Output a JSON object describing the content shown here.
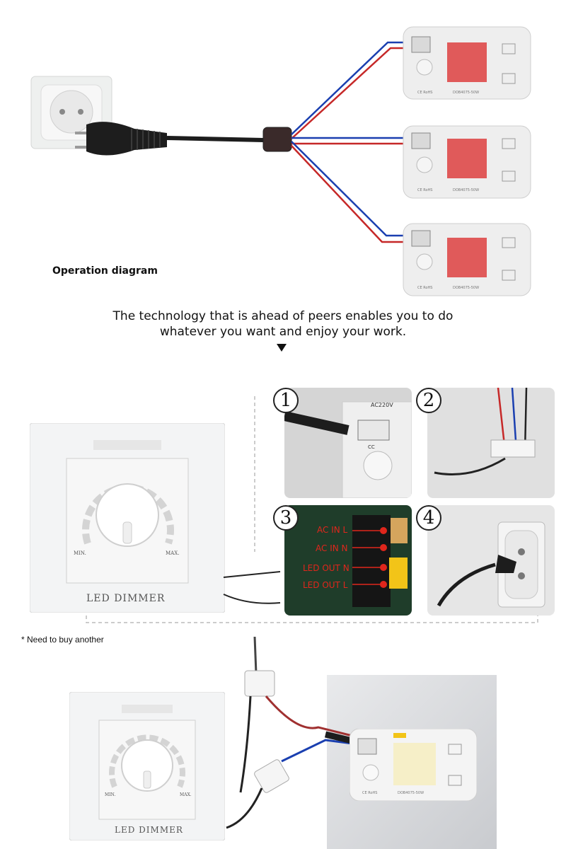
{
  "operation_diagram": {
    "label": "Operation diagram",
    "chip_text": "DOB4075-50W",
    "chip_small_text": "CE RoHS"
  },
  "tagline": {
    "line1": "The technology that is ahead of peers enables you to do",
    "line2": "whatever you want and enjoy your work."
  },
  "dimmer": {
    "title": "LED DIMMER",
    "min_label": "MIN.",
    "max_label": "MAX."
  },
  "steps": [
    {
      "number": "1",
      "connector_text": "AC220V",
      "sub_text": "CC"
    },
    {
      "number": "2"
    },
    {
      "number": "3",
      "labels": [
        "AC IN L",
        "AC IN N",
        "LED OUT N",
        "LED OUT L"
      ]
    },
    {
      "number": "4"
    }
  ],
  "note": "* Need to buy another",
  "bottom": {
    "dimmer_title": "LED DIMMER",
    "min_label": "MIN.",
    "max_label": "MAX.",
    "chip_text": "DOB4075-50W",
    "chip_small_text": "CE RoHS"
  },
  "colors": {
    "chip_red": "#e05a5a",
    "chip_warm": "#f6efc8",
    "wire_red": "#c62828",
    "wire_blue": "#1a3fb0",
    "label_red": "#e0261c"
  }
}
